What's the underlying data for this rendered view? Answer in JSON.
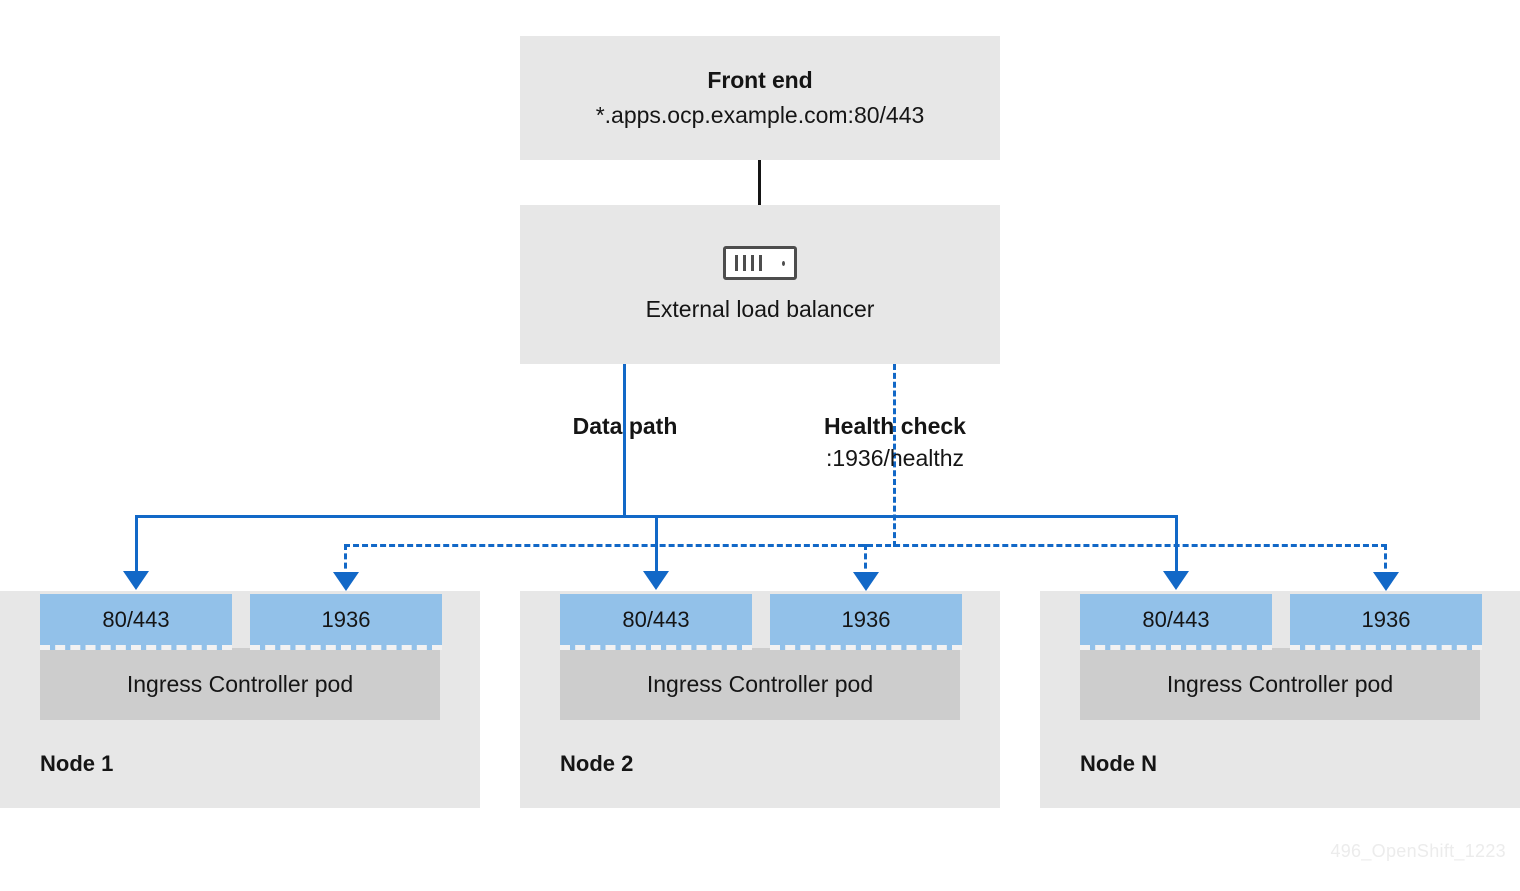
{
  "frontend": {
    "title": "Front end",
    "subtitle": "*.apps.ocp.example.com:80/443"
  },
  "load_balancer": {
    "label": "External load balancer",
    "icon": "server-rack-icon"
  },
  "paths": {
    "data": {
      "label": "Data path",
      "detail": ""
    },
    "health": {
      "label": "Health check",
      "detail": ":1936/healthz"
    }
  },
  "nodes": [
    {
      "name": "Node 1",
      "pod_label": "Ingress Controller pod",
      "ports": [
        {
          "label": "80/443",
          "kind": "data"
        },
        {
          "label": "1936",
          "kind": "health"
        }
      ]
    },
    {
      "name": "Node 2",
      "pod_label": "Ingress Controller pod",
      "ports": [
        {
          "label": "80/443",
          "kind": "data"
        },
        {
          "label": "1936",
          "kind": "health"
        }
      ]
    },
    {
      "name": "Node N",
      "pod_label": "Ingress Controller pod",
      "ports": [
        {
          "label": "80/443",
          "kind": "data"
        },
        {
          "label": "1936",
          "kind": "health"
        }
      ]
    }
  ],
  "watermark": "496_OpenShift_1223",
  "colors": {
    "line_blue": "#1268c7",
    "port_blue": "#92c1e9",
    "box_gray": "#e7e7e7",
    "pod_gray": "#cdcdcd",
    "text": "#151515"
  }
}
